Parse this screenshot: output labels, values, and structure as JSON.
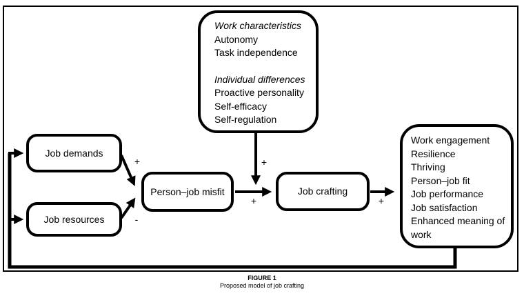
{
  "figure": {
    "caption_label": "FIGURE 1",
    "caption_title": "Proposed model of job crafting"
  },
  "diagram": {
    "antecedents_box": {
      "groups": [
        {
          "header": "Work characteristics",
          "items": [
            "Autonomy",
            "Task independence"
          ]
        },
        {
          "header": "Individual differences",
          "items": [
            "Proactive personality",
            "Self-efficacy",
            "Self-regulation"
          ]
        }
      ]
    },
    "job_demands_box": {
      "label": "Job demands"
    },
    "job_resources_box": {
      "label": "Job resources"
    },
    "misfit_box": {
      "label": "Person–job misfit"
    },
    "crafting_box": {
      "label": "Job crafting"
    },
    "outcomes_box": {
      "items": [
        "Work engagement",
        "Resilience",
        "Thriving",
        "Person–job fit",
        "Job performance",
        "Job satisfaction",
        "Enhanced meaning of work"
      ]
    },
    "labels": {
      "demands_to_misfit": "+",
      "resources_to_misfit": "-",
      "moderator": "+",
      "misfit_to_crafting": "+",
      "crafting_to_outcomes": "+"
    },
    "colors": {
      "line": "#000000",
      "background": "#ffffff",
      "text": "#000000"
    }
  }
}
